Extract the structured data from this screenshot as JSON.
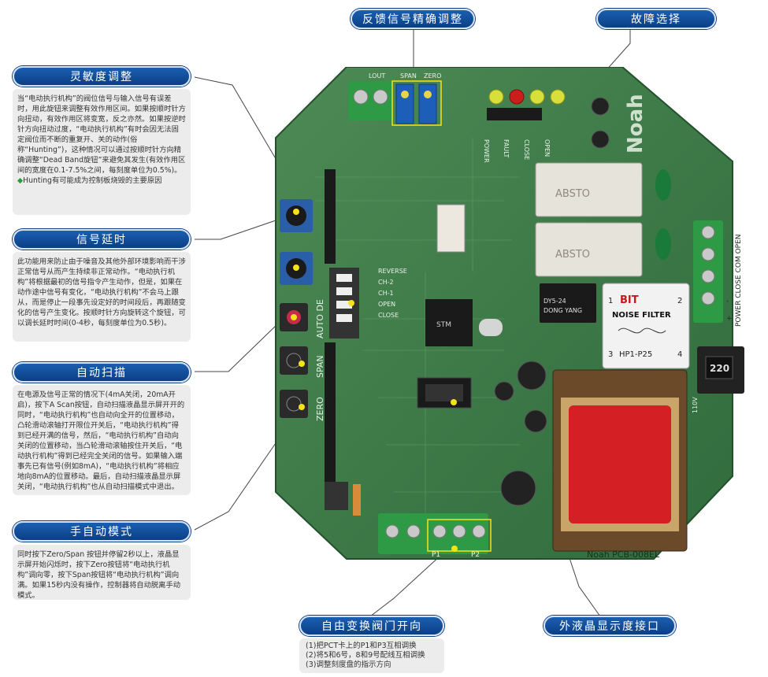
{
  "callouts": {
    "feedback_adjust": {
      "title": "反馈信号精确调整"
    },
    "fault_select": {
      "title": "故障选择"
    },
    "sensitivity": {
      "title": "灵敏度调整",
      "body": "当“电动执行机构”的阀位信号与输入信号有误差时，用此旋钮来调整有效作用区间。如果按顺时针方向扭动，有效作用区将变宽，反之亦然。如果按逆时针方向扭动过度，“电动执行机构”有时会因无法固定阀位而不断的重复开、关的动作(俗称“Hunting”)，这种情况可以通过按顺时针方向精确调整“Dead Band旋钮”来避免其发生(有效作用区间的宽度在0.1-7.5%之间，每刻度单位为0.5%)。",
      "note_bullet": "◆",
      "note": "Hunting有可能成为控制板烧毁的主要原因"
    },
    "signal_delay": {
      "title": "信号延时",
      "body": "此功能用来防止由于噪音及其他外部环境影响而干涉正常信号从而产生持续非正常动作。“电动执行机构”将根据最初的信号指令产生动作，但是，如果在动作途中信号有变化，“电动执行机构”不会马上跟从，而是停止一段事先设定好的时间段后，再跟随变化的信号产生变化。按顺时针方向旋转这个旋钮，可以调长延时时间(0-4秒，每刻度单位为0.5秒)。"
    },
    "auto_scan": {
      "title": "自动扫描",
      "body": "在电源及信号正常的情况下(4mA关闭，20mA开启)，按下A Scan按钮，自动扫描液晶显示屏开开的同时，“电动执行机构”也自动向全开的位置移动，凸轮滑动滚轴打开限位开关后，“电动执行机构”得到已经开满的信号，然后，“电动执行机构”自动向关闭的位置移动，当凸轮滑动滚轴按住开关后，“电动执行机构”得到已经完全关闭的信号。如果输入端事先已有信号(例如8mA)，“电动执行机构”将相应地向8mA的位置移动。最后，自动扫描液晶显示屏关闭，“电动执行机构”也从自动扫描模式中退出。"
    },
    "manual_auto": {
      "title": "手自动模式",
      "body": "同时按下Zero/Span 按钮并停留2秒以上，液晶显示屏开始闪烁时，按下Zero按钮将“电动执行机构”调向零，按下Span按钮将“电动执行机构”调向满。如果15秒内没有操作，控制器将自动脱离手动模式。"
    },
    "valve_direction": {
      "title": "自由变换阀门开向",
      "items": [
        "(1)把PCT卡上的P1和P3互相调换",
        "(2)将5和6号，8和9号配线互相调换",
        "(3)调整刻度盘的指示方向"
      ]
    },
    "lcd_interface": {
      "title": "外液晶显示度接口"
    }
  },
  "board": {
    "brand": "Noah",
    "model": "PCB-008EL",
    "terminal_top_labels": [
      "LOUT",
      "SPAN",
      "ZERO"
    ],
    "indicator_labels": [
      "POWER",
      "FAULT",
      "CLOSE",
      "OPEN"
    ],
    "dip_labels": [
      "REVERSE",
      "CH-2",
      "CH-1",
      "OPEN",
      "CLOSE"
    ],
    "side_labels": [
      "AUTO DE",
      "SPAN",
      "ZERO"
    ],
    "power_terminal_labels": [
      "+",
      "-",
      "POWER",
      "CLOSE",
      "COM",
      "OPEN"
    ],
    "voltage_switch": "220",
    "voltage_side": "110V",
    "noise_filter": {
      "brand": "BIT",
      "name": "NOISE FILTER",
      "model": "HP1-P25",
      "pins": [
        "1",
        "2",
        "3",
        "4"
      ]
    },
    "relay_label": "DONG YANG",
    "relay_model": "DY5-24",
    "relay_text": "ABSTO",
    "bottom_labels": [
      "P1",
      "P2"
    ],
    "chip_text": "STM"
  },
  "colors": {
    "pill_blue": "#0b3f86",
    "board_green": "#3f7a4a",
    "terminal_green": "#2f9a45",
    "transformer_red": "#d41f24",
    "marker_yellow": "#f6e316"
  }
}
